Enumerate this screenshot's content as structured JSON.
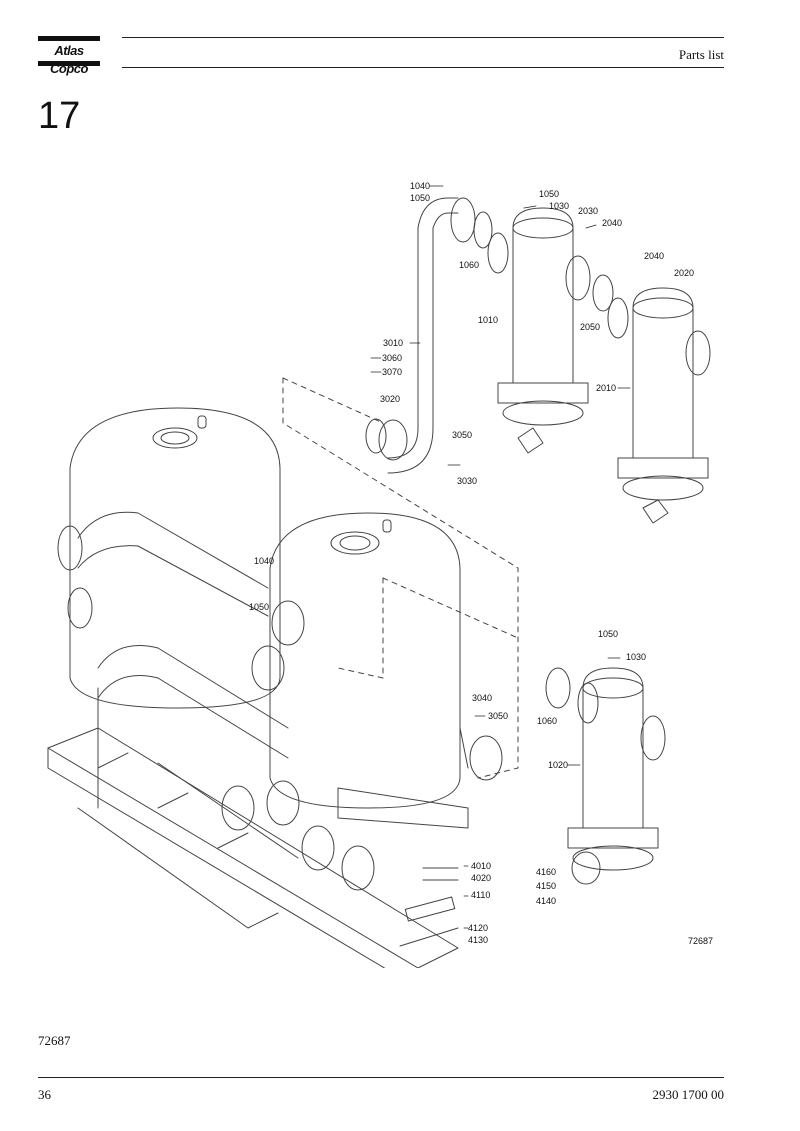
{
  "header": {
    "logo_text": "Atlas Copco",
    "title": "Parts list"
  },
  "section": {
    "number": "17"
  },
  "drawing": {
    "figure_label": "72687",
    "callouts": [
      "1040",
      "1050",
      "1060",
      "1050",
      "1030",
      "2030",
      "2040",
      "1010",
      "2050",
      "2040",
      "2020",
      "2010",
      "3010",
      "3060",
      "3070",
      "3020",
      "3050",
      "3030",
      "1040",
      "1050",
      "1050",
      "1030",
      "3040",
      "3050",
      "1060",
      "1020",
      "4010",
      "4020",
      "4110",
      "4160",
      "4150",
      "4140",
      "4120",
      "4130"
    ]
  },
  "footer": {
    "figure_ref": "72687",
    "page_number": "36",
    "document_number": "2930 1700 00"
  }
}
